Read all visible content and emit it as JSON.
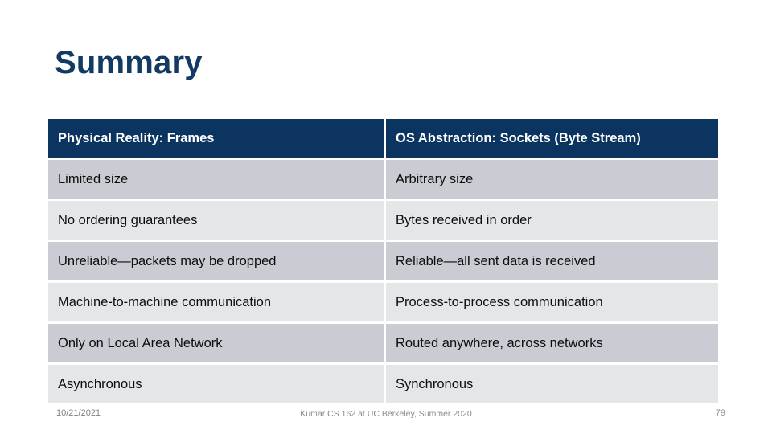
{
  "slide": {
    "title": "Summary",
    "accent_color": "#123A63",
    "header_bg": "#0C3461",
    "row_dark_bg": "#C9CCD2",
    "row_light_bg": "#E4E6E8"
  },
  "table": {
    "headers": [
      "Physical Reality: Frames",
      "OS Abstraction: Sockets (Byte Stream)"
    ],
    "rows": [
      [
        "Limited size",
        "Arbitrary size"
      ],
      [
        "No ordering guarantees",
        "Bytes received in order"
      ],
      [
        "Unreliable—packets may be dropped",
        "Reliable—all sent data is received"
      ],
      [
        "Machine-to-machine communication",
        "Process-to-process communication"
      ],
      [
        "Only on Local Area Network",
        "Routed anywhere, across networks"
      ],
      [
        "Asynchronous",
        "Synchronous"
      ]
    ]
  },
  "footer": {
    "date": "10/21/2021",
    "attribution": "Kumar CS 162 at UC Berkeley, Summer 2020",
    "page_number": "79"
  }
}
